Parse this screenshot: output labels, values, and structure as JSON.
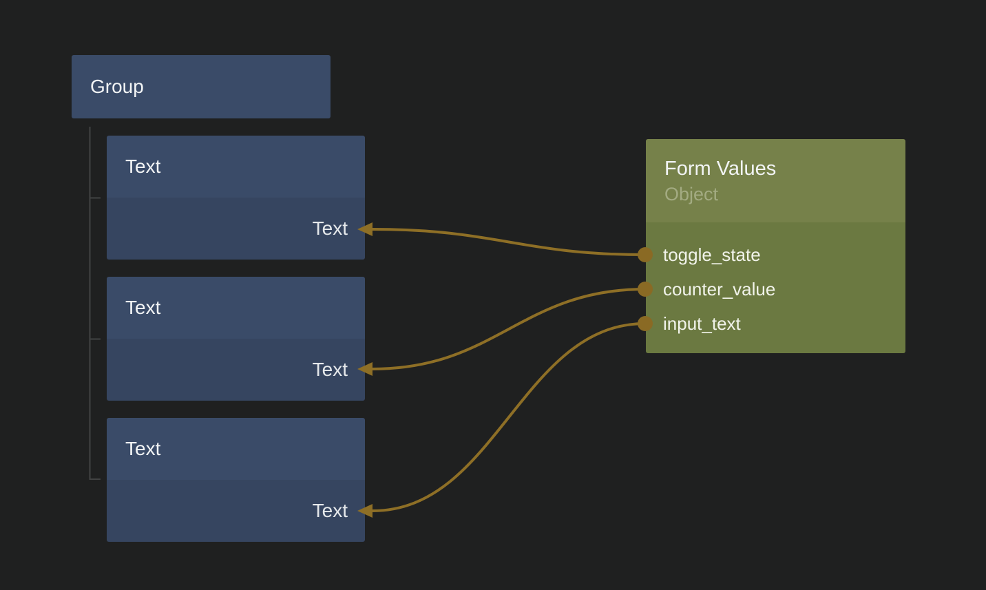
{
  "canvas": {
    "background": "#1f2020"
  },
  "colors": {
    "canvas_bg": "#1f2020",
    "blue_header": "#3a4b68",
    "blue_body": "#364560",
    "green_header": "#76814a",
    "green_body": "#6b7941",
    "wire": "#8e6f26",
    "port": "#8a6a24",
    "tree_line": "#424343",
    "title_text": "#f2f4f5",
    "port_label_text": "#e5e8eb",
    "subtitle_text": "#a3ab82",
    "field_text": "#f1f3ea"
  },
  "group_node": {
    "title": "Group"
  },
  "text_nodes": [
    {
      "title": "Text",
      "input_port_label": "Text"
    },
    {
      "title": "Text",
      "input_port_label": "Text"
    },
    {
      "title": "Text",
      "input_port_label": "Text"
    }
  ],
  "form_values_node": {
    "title": "Form Values",
    "subtitle": "Object",
    "fields": [
      "toggle_state",
      "counter_value",
      "input_text"
    ]
  },
  "edges": [
    {
      "source_field": "toggle_state",
      "target_node": "text-node-1",
      "target_port": "Text"
    },
    {
      "source_field": "counter_value",
      "target_node": "text-node-2",
      "target_port": "Text"
    },
    {
      "source_field": "input_text",
      "target_node": "text-node-3",
      "target_port": "Text"
    }
  ]
}
